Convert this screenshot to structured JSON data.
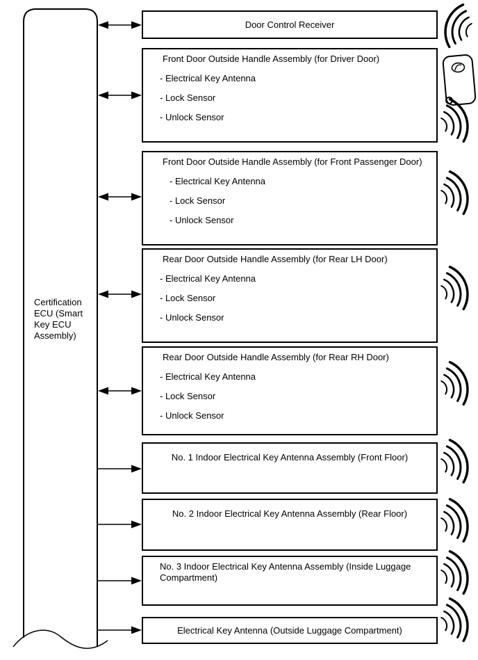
{
  "diagram": {
    "ecu": {
      "label": "Certification ECU (Smart Key ECU Assembly)"
    },
    "boxes": [
      {
        "title": "Door Control Receiver",
        "connection": "bidirectional",
        "signal": "incoming-waves"
      },
      {
        "title": "Front Door Outside Handle Assembly (for Driver Door)",
        "items": [
          "- Electrical Key Antenna",
          "- Lock Sensor",
          "- Unlock Sensor"
        ],
        "connection": "bidirectional",
        "signal": "outgoing-waves"
      },
      {
        "title": "Front Door Outside Handle Assembly (for Front Passenger Door)",
        "items": [
          "- Electrical Key Antenna",
          "- Lock Sensor",
          "- Unlock Sensor"
        ],
        "connection": "bidirectional",
        "signal": "outgoing-waves"
      },
      {
        "title": "Rear Door Outside Handle Assembly (for Rear LH Door)",
        "items": [
          "- Electrical Key Antenna",
          "- Lock Sensor",
          "- Unlock Sensor"
        ],
        "connection": "bidirectional",
        "signal": "outgoing-waves"
      },
      {
        "title": "Rear Door Outside Handle Assembly (for Rear RH Door)",
        "items": [
          "- Electrical Key Antenna",
          "- Lock Sensor",
          "- Unlock Sensor"
        ],
        "connection": "bidirectional",
        "signal": "outgoing-waves"
      },
      {
        "title": "No. 1 Indoor Electrical Key Antenna Assembly (Front Floor)",
        "connection": "to-component",
        "signal": "outgoing-waves"
      },
      {
        "title": "No. 2 Indoor Electrical Key Antenna Assembly (Rear Floor)",
        "connection": "to-component",
        "signal": "outgoing-waves"
      },
      {
        "title": "No. 3 Indoor Electrical Key Antenna Assembly (Inside Luggage Compartment)",
        "connection": "to-component",
        "signal": "outgoing-waves"
      },
      {
        "title": "Electrical Key Antenna (Outside Luggage Compartment)",
        "connection": "to-component",
        "signal": "outgoing-waves"
      }
    ],
    "icons": {
      "key_fob": "smart-key-fob",
      "incoming": "radio-waves-incoming",
      "outgoing": "radio-waves-outgoing"
    },
    "colors": {
      "line": "#000000",
      "background": "#ffffff"
    }
  }
}
